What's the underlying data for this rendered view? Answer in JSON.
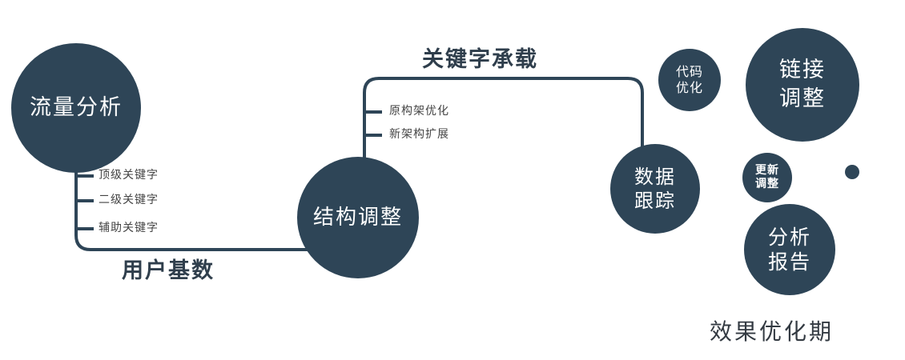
{
  "colors": {
    "primary": "#2e4557",
    "background": "#ffffff",
    "node_text": "#ffffff",
    "label_text": "#444444",
    "heading_text": "#2f3e4c"
  },
  "nodes": {
    "traffic": {
      "label": "流量分析"
    },
    "structure": {
      "label": "结构调整"
    },
    "tracking": {
      "label": "数据\n跟踪"
    },
    "code": {
      "label": "代码\n优化"
    },
    "link": {
      "label": "链接\n调整"
    },
    "update": {
      "label": "更新\n调整"
    },
    "report": {
      "label": "分析\n报告"
    }
  },
  "edge_labels": {
    "user_base": "用户基数",
    "keyword_carry": "关键字承载"
  },
  "ticks": {
    "traffic": [
      "顶级关键字",
      "二级关键字",
      "辅助关键字"
    ],
    "structure": [
      "原构架优化",
      "新架构扩展"
    ]
  },
  "footer": {
    "label": "效果优化期"
  }
}
